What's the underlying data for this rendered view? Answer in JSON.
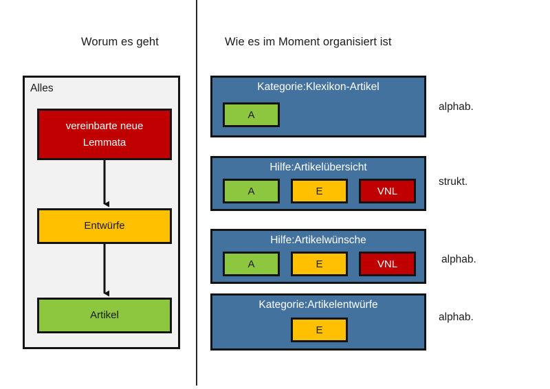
{
  "columns": {
    "left_heading": "Worum es geht",
    "right_heading": "Wie es im Moment organisiert ist"
  },
  "left_panel": {
    "label": "Alles",
    "flow": [
      {
        "label": "vereinbarte neue Lemmata",
        "color": "#C00000",
        "text_color": "#FFFFFF"
      },
      {
        "label": "Entwürfe",
        "color": "#FFC000",
        "text_color": "#1A1A1A"
      },
      {
        "label": "Artikel",
        "color": "#8DC63F",
        "text_color": "#1A1A1A"
      }
    ],
    "arrows": 2,
    "background": "#F2F2F2",
    "border_color": "#131313"
  },
  "right_panel": {
    "group_color": "#43729F",
    "groups": [
      {
        "title": "Kategorie:Klexikon-Artikel",
        "chips": [
          {
            "label": "A",
            "color": "#8DC63F"
          }
        ],
        "annotation": "alphab."
      },
      {
        "title": "Hilfe:Artikelübersicht",
        "chips": [
          {
            "label": "A",
            "color": "#8DC63F"
          },
          {
            "label": "E",
            "color": "#FFC000"
          },
          {
            "label": "VNL",
            "color": "#C00000"
          }
        ],
        "annotation": "strukt."
      },
      {
        "title": "Hilfe:Artikelwünsche",
        "chips": [
          {
            "label": "A",
            "color": "#8DC63F"
          },
          {
            "label": "E",
            "color": "#FFC000"
          },
          {
            "label": "VNL",
            "color": "#C00000"
          }
        ],
        "annotation": "alphab."
      },
      {
        "title": "Kategorie:Artikelentwürfe",
        "chips": [
          {
            "label": "E",
            "color": "#FFC000"
          }
        ],
        "annotation": "alphab."
      }
    ]
  }
}
